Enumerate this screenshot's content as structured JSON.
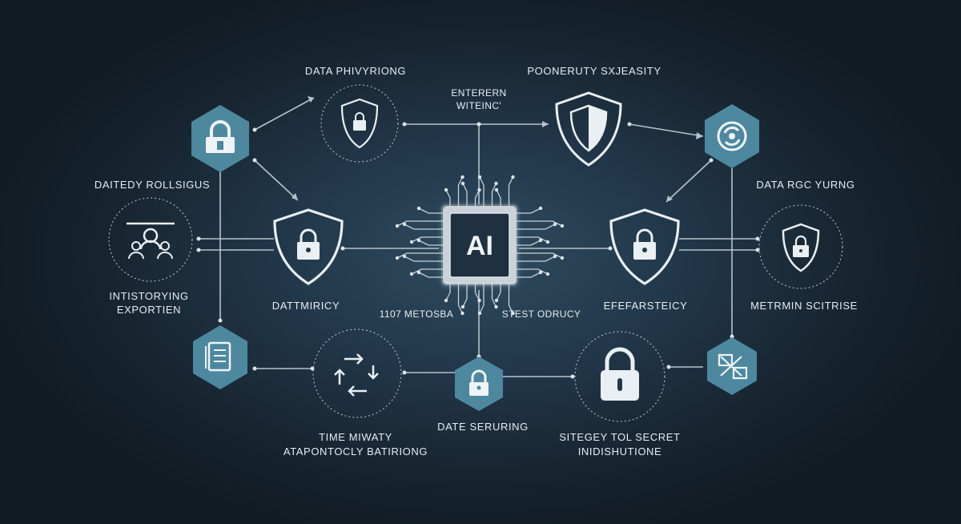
{
  "labels": {
    "top_left": "DATA PHIVYRIONG",
    "top_center_1": "ENTERERN",
    "top_center_2": "WITEINC'",
    "top_right": "POONERUTY SXJEASITY",
    "left_upper": "DAITEDY ROLLSIGUS",
    "left_lower_1": "INTISTORYING",
    "left_lower_2": "EXPORTIEN",
    "shield_left": "DATTMIRICY",
    "chip_left": "1107 METOSBA",
    "chip_right": "STEST ODRUCY",
    "shield_right": "EFEFARSTEICY",
    "right_upper": "DATA RGC YURNG",
    "right_lower": "METRMIN SCITRISE",
    "bottom_center": "DATE SERURING",
    "bottom_left_1": "TIME MIWATY",
    "bottom_left_2": "ATAPONTOCLY BATIRIONG",
    "bottom_right_1": "SITEGEY TOL SECRET",
    "bottom_right_2": "INIDISHUTIONE"
  },
  "chip": {
    "text": "AI"
  },
  "icons": [
    "padlock-hexagon-icon",
    "lock-shield-circle-icon",
    "shield-icon",
    "sync-hexagon-icon",
    "users-network-circle-icon",
    "lock-shield-icon",
    "ai-chip-icon",
    "lock-shield-icon",
    "lock-shield-circle-icon",
    "document-hexagon-icon",
    "arrows-circle-icon",
    "lock-hexagon-icon",
    "padlock-circle-icon",
    "transfer-hexagon-icon"
  ],
  "colors": {
    "background": "#1a2a36",
    "line": "#b9c6cf",
    "hexagon": "#4f8aa3",
    "icon": "#e8eef2"
  }
}
